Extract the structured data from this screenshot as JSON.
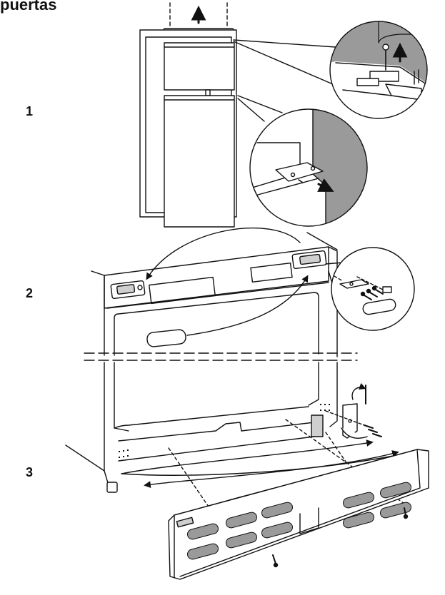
{
  "page": {
    "title": "puertas"
  },
  "steps": [
    {
      "label": "1"
    },
    {
      "label": "2"
    },
    {
      "label": "3"
    }
  ],
  "colors": {
    "line": "#111111",
    "shade": "#9a9a9a",
    "light_shade": "#cfcfcf",
    "paper": "#ffffff"
  }
}
